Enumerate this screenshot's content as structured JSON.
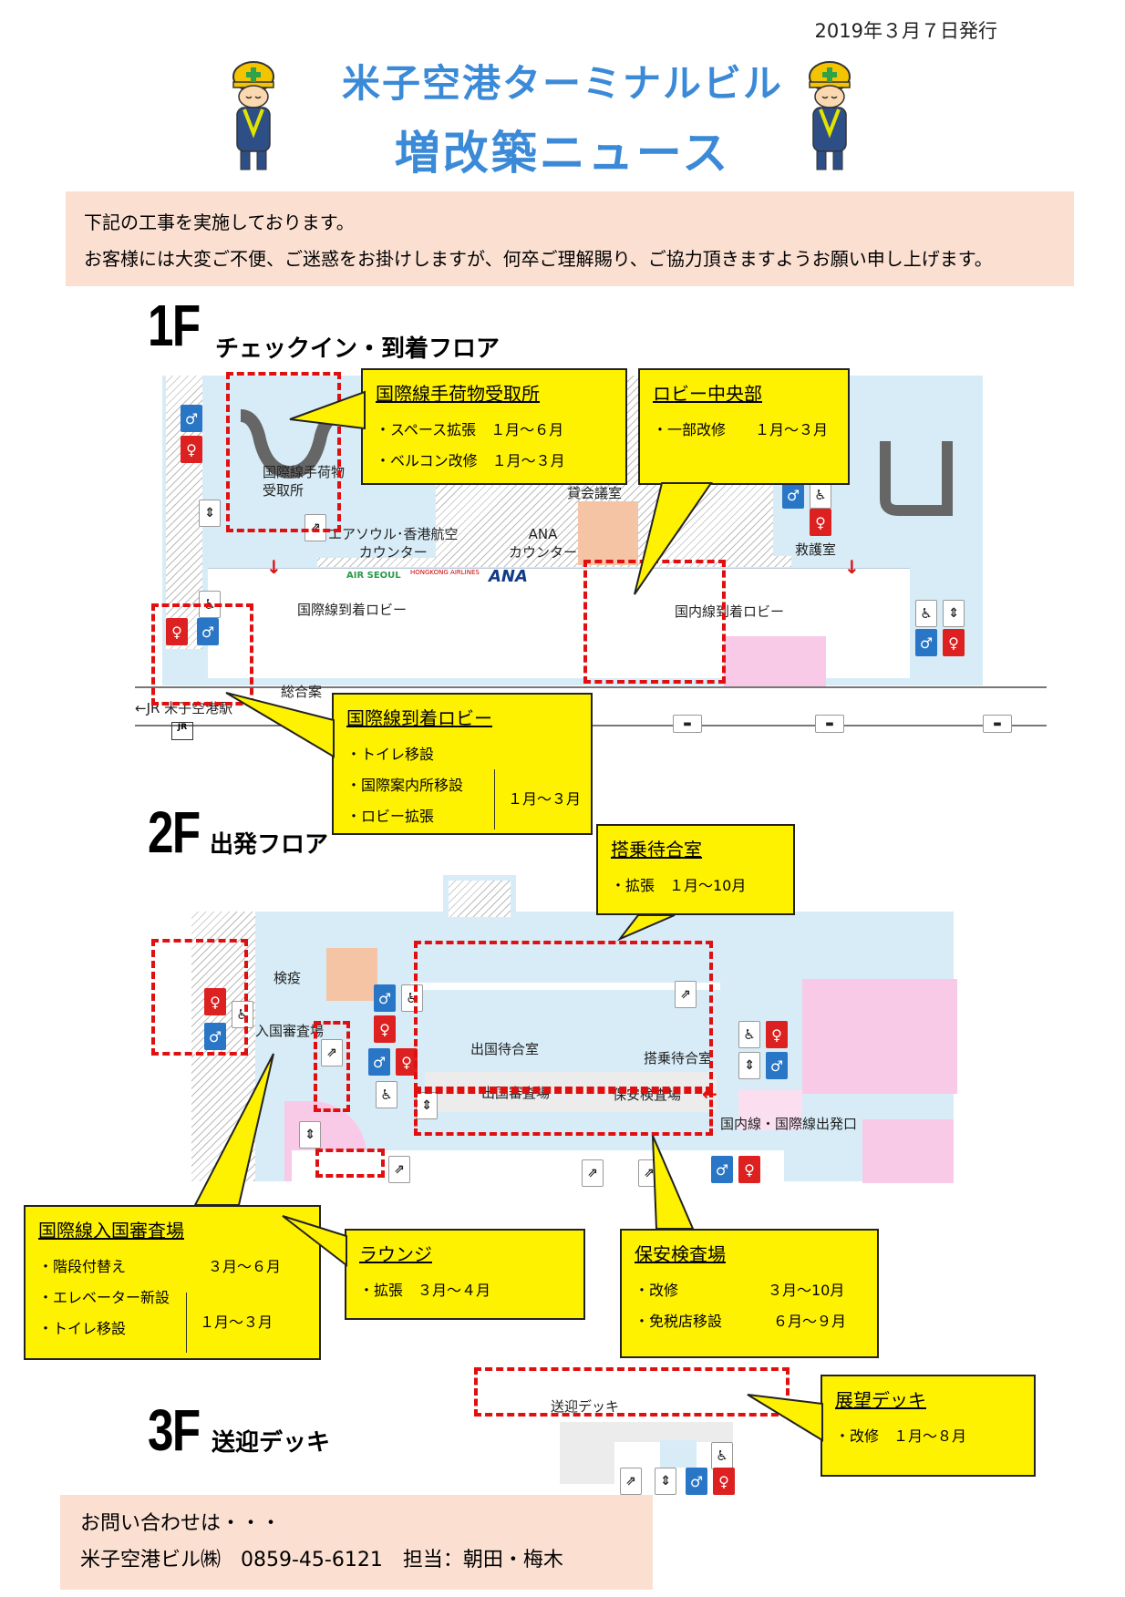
{
  "header": {
    "date": "2019年３月７日発行",
    "title_line1": "米子空港ターミナルビル",
    "title_line2": "増改築ニュース"
  },
  "notice": {
    "line1": "下記の工事を実施しております。",
    "line2": "お客様には大変ご不便、ご迷惑をお掛けしますが、何卒ご理解賜り、ご協力頂きますようお願い申し上げます。"
  },
  "floors": {
    "f1": {
      "num": "1F",
      "name": "チェックイン・到着フロア"
    },
    "f2": {
      "num": "2F",
      "name": "出発フロア"
    },
    "f3": {
      "num": "3F",
      "name": "送迎デッキ"
    }
  },
  "map1": {
    "intl_baggage": "国際線手荷物\n受取所",
    "rental_room": "貸会議室",
    "counter_intl": "エアソウル･香港航空\nカウンター",
    "counter_ana": "ANA\nカウンター",
    "airline_logo_1": "AIR SEOUL",
    "airline_logo_2": "HONGKONG AIRLINES",
    "airline_logo_3": "ANA",
    "aid_room": "救護室",
    "intl_lobby": "国際線到着ロビー",
    "dom_lobby": "国内線到着ロビー",
    "info": "総合案",
    "jr": "←JR 米子空港駅",
    "jr_badge": "JR"
  },
  "map2": {
    "quarantine": "検疫",
    "immigration": "入国審査場",
    "departure_wait": "出国待合室",
    "boarding_wait": "搭乗待合室",
    "emigration": "出国審査場",
    "security": "保安検査場",
    "gate": "国内線・国際線出発口"
  },
  "map3": {
    "deck": "送迎デッキ"
  },
  "callouts": {
    "baggage": {
      "head": "国際線手荷物受取所",
      "l1": "・スペース拡張　１月～６月",
      "l2": "・ベルコン改修　１月～３月"
    },
    "lobby_center": {
      "head": "ロビー中央部",
      "l1": "・一部改修　　１月～３月"
    },
    "intl_arrival": {
      "head": "国際線到着ロビー",
      "l1": "・トイレ移設",
      "l2": "・国際案内所移設",
      "l3": "・ロビー拡張",
      "period": "１月～３月"
    },
    "boarding": {
      "head": "搭乗待合室",
      "l1": "・拡張　１月～10月"
    },
    "immigration": {
      "head": "国際線入国審査場",
      "l1": "・階段付替え",
      "l1_period": "３月～６月",
      "l2": "・エレベーター新設",
      "l3": "・トイレ移設",
      "period": "１月～３月"
    },
    "lounge": {
      "head": "ラウンジ",
      "l1": "・拡張　３月～４月"
    },
    "security": {
      "head": "保安検査場",
      "l1": "・改修",
      "l1_period": "３月～10月",
      "l2": "・免税店移設",
      "l2_period": "６月～９月"
    },
    "deck": {
      "head": "展望デッキ",
      "l1": "・改修　１月～８月"
    }
  },
  "contact": {
    "line1": "お問い合わせは・・・",
    "line2": "米子空港ビル㈱　0859-45-6121　担当：朝田・梅木"
  },
  "icons": {
    "male": "♂",
    "female": "♀",
    "wheelchair": "♿",
    "escalator": "⇗",
    "elevator": "⇕",
    "bus": "▬",
    "arrow_down": "↓",
    "arrow_left": "←"
  },
  "colors": {
    "title": "#3b8ad8",
    "highlight": "#fff200",
    "dash": "#e01010",
    "notice_bg": "#fbe0d2",
    "map_room": "#d7ecf7"
  }
}
